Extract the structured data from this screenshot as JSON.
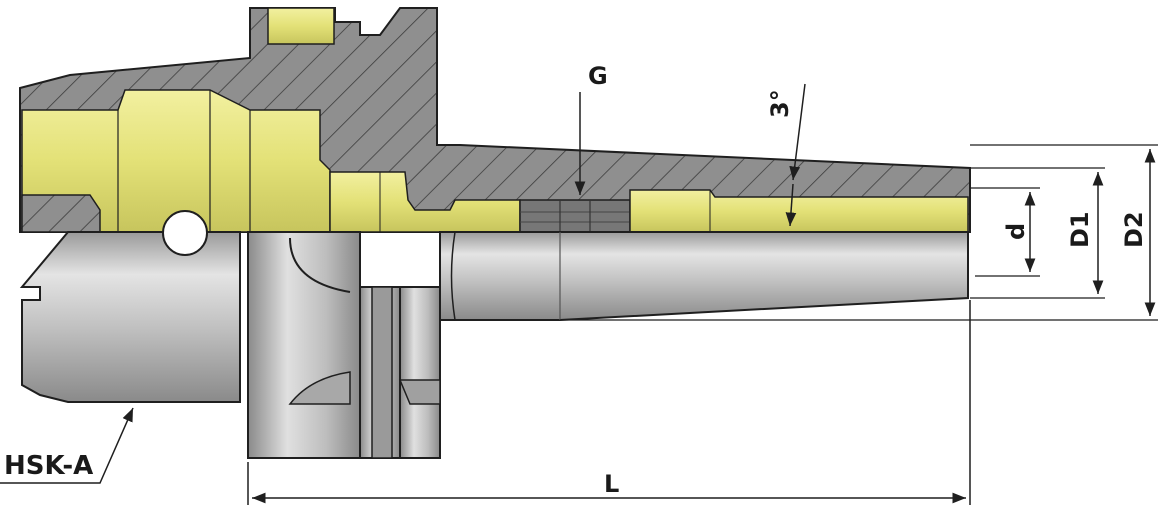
{
  "labels": {
    "hsk": "HSK-A",
    "thread": "G",
    "angle": "3°",
    "bore": "d",
    "diameter1": "D1",
    "diameter2": "D2",
    "length": "L"
  },
  "colors": {
    "hatch_fill": "#8f8f8f",
    "hatch_line": "#3c3c3c",
    "brass": "#e3e177",
    "brass_dark": "#b6b44e",
    "steel_light": "#d6d6d6",
    "steel_mid": "#b3b3b3",
    "steel_dark": "#7d7d7d",
    "outline": "#1f1f1f"
  }
}
